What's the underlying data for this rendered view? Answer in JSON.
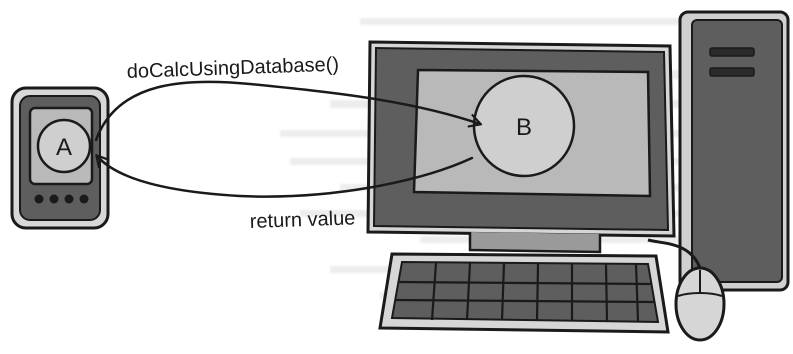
{
  "diagram": {
    "client_node": {
      "label": "A"
    },
    "server_node": {
      "label": "B"
    },
    "call_arrow": {
      "label": "doCalcUsingDatabase()"
    },
    "return_arrow": {
      "label": "return value"
    }
  },
  "colors": {
    "ink": "#1a1a1a",
    "device_gray": "#5e5e5e",
    "screen_gray": "#b9b9b9",
    "node_fill": "#cfcfcf",
    "background": "#ffffff"
  }
}
